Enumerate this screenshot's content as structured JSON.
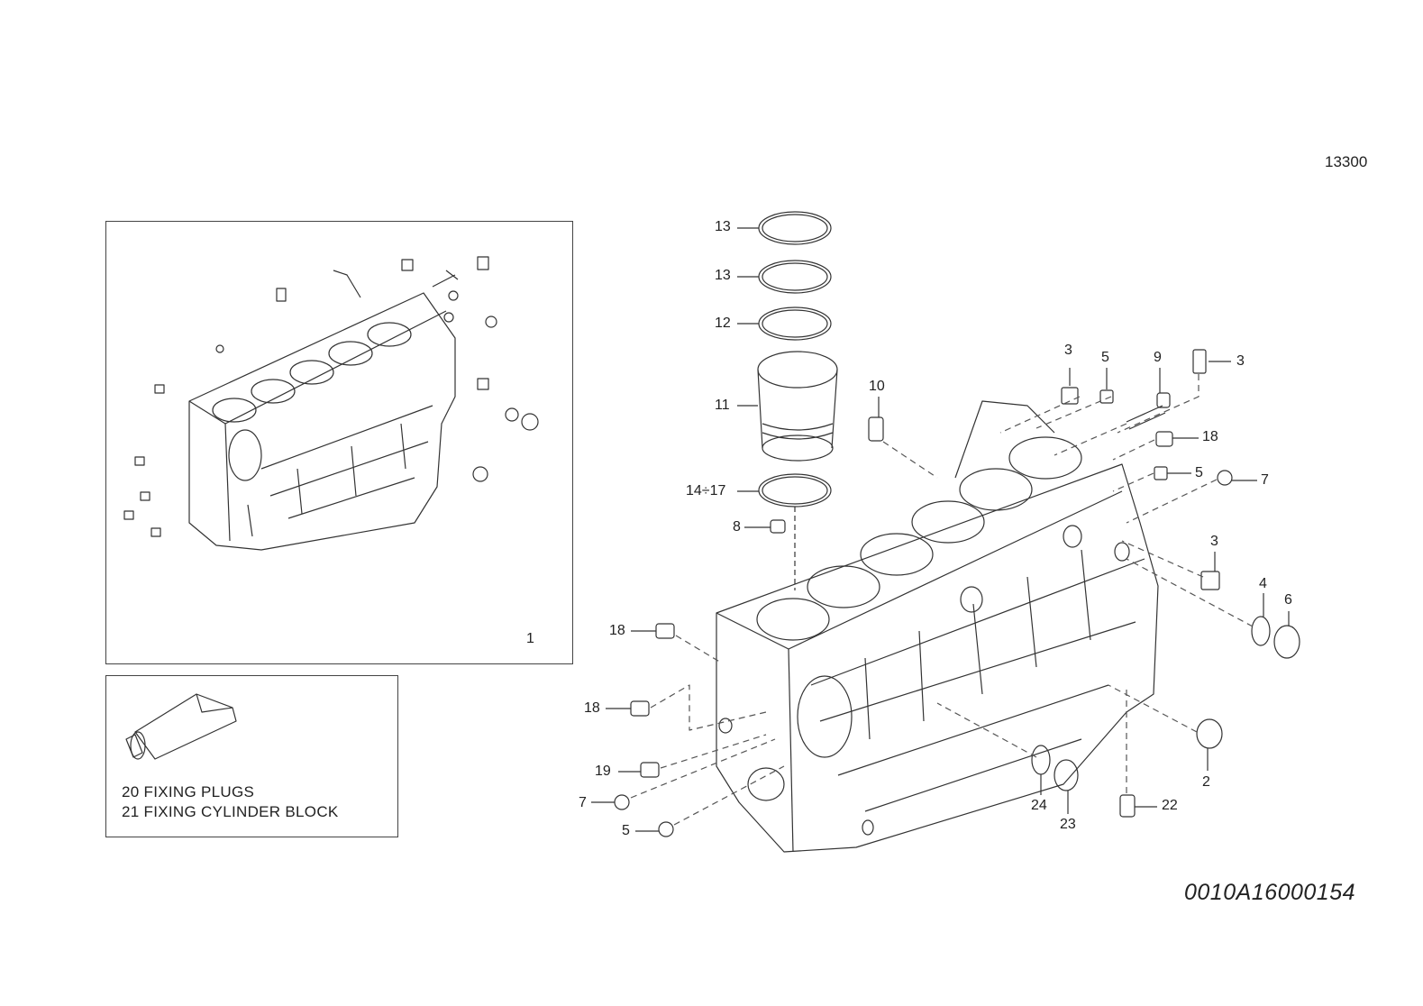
{
  "header": {
    "page_code": "13300"
  },
  "footer": {
    "document_id": "0010A16000154"
  },
  "assembly_box": {
    "label": "1"
  },
  "kit_box": {
    "line_1": "20 FIXING PLUGS",
    "line_2": "21 FIXING CYLINDER BLOCK"
  },
  "callouts": [
    {
      "text": "13"
    },
    {
      "text": "13"
    },
    {
      "text": "12"
    },
    {
      "text": "11"
    },
    {
      "text": "14÷17"
    },
    {
      "text": "8"
    },
    {
      "text": "10"
    },
    {
      "text": "3"
    },
    {
      "text": "5"
    },
    {
      "text": "9"
    },
    {
      "text": "3"
    },
    {
      "text": "18"
    },
    {
      "text": "5"
    },
    {
      "text": "7"
    },
    {
      "text": "3"
    },
    {
      "text": "4"
    },
    {
      "text": "6"
    },
    {
      "text": "2"
    },
    {
      "text": "24"
    },
    {
      "text": "23"
    },
    {
      "text": "22"
    },
    {
      "text": "18"
    },
    {
      "text": "18"
    },
    {
      "text": "19"
    },
    {
      "text": "7"
    },
    {
      "text": "5"
    }
  ]
}
